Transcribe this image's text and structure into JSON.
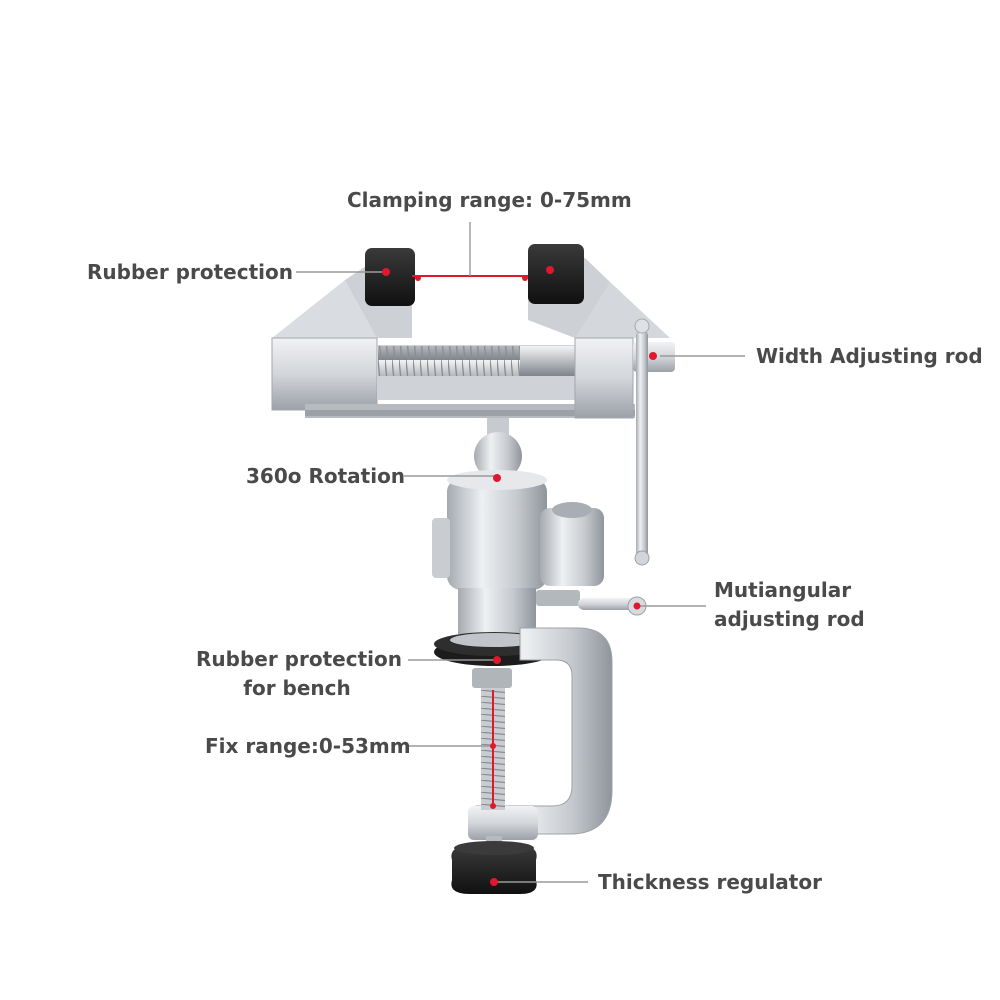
{
  "diagram": {
    "colors": {
      "label_text": "#4a4a4a",
      "leader_line": "#9a9a9a",
      "marker_red": "#e0182d",
      "metal_light": "#e8eaed",
      "metal_mid": "#c3c7cc",
      "metal_dark": "#8e949b",
      "rubber": "#1e1e1e"
    },
    "labels": {
      "clamping_range": "Clamping range: 0-75mm",
      "rubber_protection": "Rubber protection",
      "width_adjusting_rod": "Width Adjusting rod",
      "rotation": "360o Rotation",
      "mutiangular_line1": "Mutiangular",
      "mutiangular_line2": "adjusting rod",
      "bench_line1": "Rubber protection",
      "bench_line2": "for bench",
      "fix_range": "Fix range:0-53mm",
      "thickness_regulator": "Thickness regulator"
    },
    "icons": {
      "product": "bench-vise-icon",
      "marker": "red-dot-marker-icon"
    }
  }
}
